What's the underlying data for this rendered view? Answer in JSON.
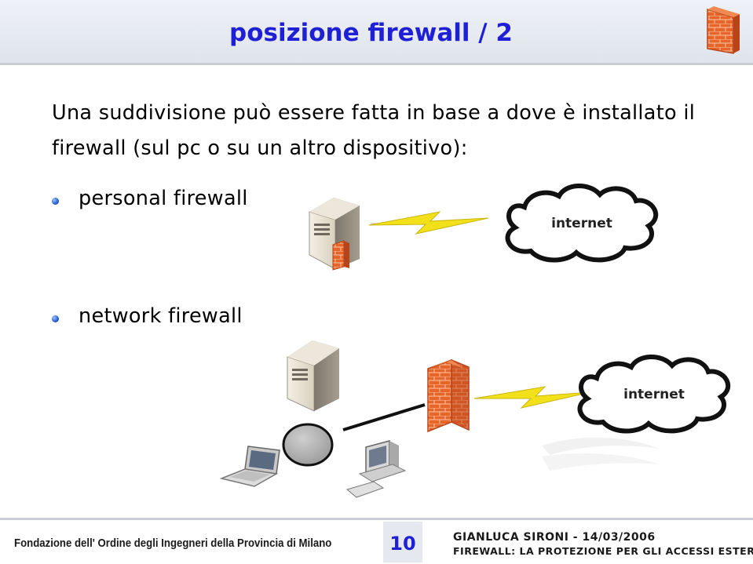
{
  "header": {
    "title": "posizione firewall / 2"
  },
  "intro": {
    "text": "Una suddivisione può essere fatta in base a dove è installato il firewall (sul pc o su un altro dispositivo):"
  },
  "bullets": [
    {
      "label": "personal firewall"
    },
    {
      "label": "network firewall"
    }
  ],
  "diagram": {
    "cloud_label_1": "internet",
    "cloud_label_2": "internet"
  },
  "footer": {
    "organization": "Fondazione dell' Ordine degli Ingegneri della Provincia di Milano",
    "page_number": "10",
    "author_date": "GIANLUCA SIRONI - 14/03/2006",
    "course_title": "FIREWALL: LA PROTEZIONE PER GLI ACCESSI ESTERNI"
  },
  "colors": {
    "title": "#1f1fd6",
    "firewall_brick": "#e8652a",
    "lightning": "#f2e11a"
  }
}
